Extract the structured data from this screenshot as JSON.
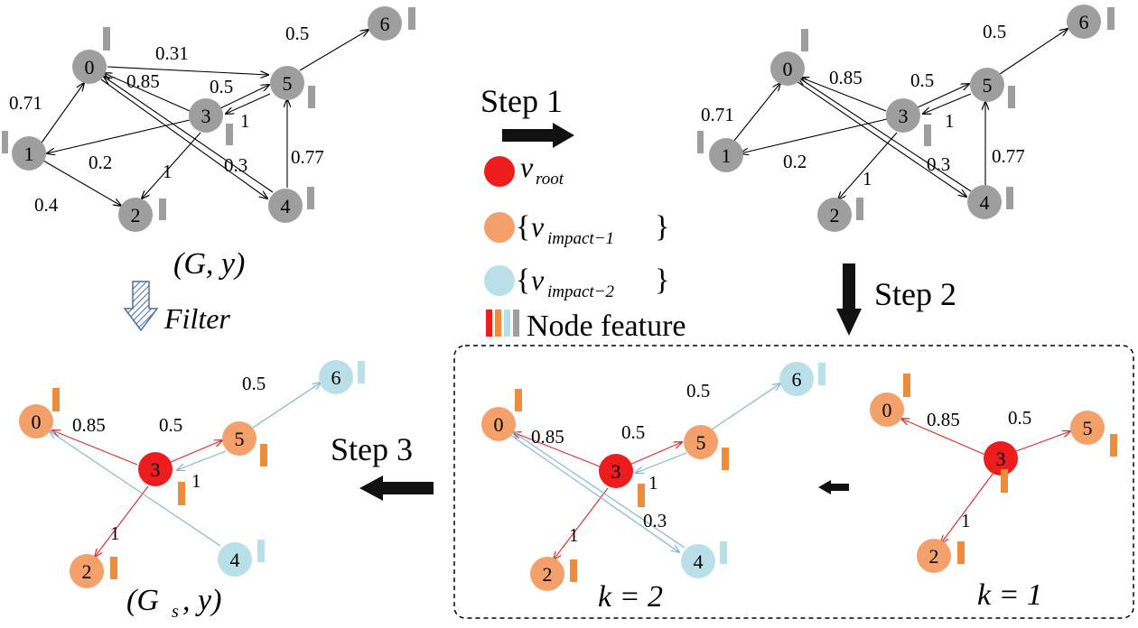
{
  "colors": {
    "gray": "#9e9e9e",
    "root": "#ee1c1c",
    "impact1": "#f4a06a",
    "impact2": "#b9dfe9",
    "red_edge": "#e02828",
    "blue_edge": "#7fb4d2",
    "feature_gray": "#9e9e9e",
    "feature_orange": "#ee8c3e",
    "feature_blue": "#b9dfe9"
  },
  "labels": {
    "step1": "Step 1",
    "step2": "Step 2",
    "step3": "Step 3",
    "filter": "Filter",
    "g_y": "(G, y)",
    "gs_y": "(G",
    "gs_sub": "s",
    "gs_tail": ", y)",
    "k2": "k = 2",
    "k1": "k = 1",
    "legend_root_v": "v",
    "legend_root_sub": "root",
    "legend_i1_v": "v",
    "legend_i1_sub": "impact−1",
    "legend_i2_v": "v",
    "legend_i2_sub": "impact−2",
    "legend_brace_open": "{",
    "legend_brace_close": "}",
    "legend_feature": "Node feature"
  },
  "graphs": {
    "original": {
      "nodes": [
        "0",
        "1",
        "2",
        "3",
        "4",
        "5",
        "6"
      ],
      "edge_weights": [
        "0.31",
        "0.85",
        "0.5",
        "0.5",
        "0.71",
        "1",
        "0.2",
        "1",
        "0.3",
        "0.77",
        "0.4"
      ]
    },
    "step1": {
      "nodes": [
        "0",
        "1",
        "2",
        "3",
        "4",
        "5",
        "6"
      ],
      "edge_weights": [
        "0.85",
        "0.5",
        "0.5",
        "0.71",
        "1",
        "0.2",
        "1",
        "0.3",
        "0.77"
      ]
    },
    "k2": {
      "nodes": [
        "0",
        "2",
        "3",
        "4",
        "5",
        "6"
      ],
      "edge_weights": [
        "0.85",
        "0.5",
        "0.5",
        "1",
        "1",
        "0.3"
      ]
    },
    "k1": {
      "nodes": [
        "0",
        "2",
        "3",
        "5"
      ],
      "edge_weights": [
        "0.85",
        "0.5",
        "1"
      ]
    },
    "subgraph": {
      "nodes": [
        "0",
        "2",
        "3",
        "4",
        "5",
        "6"
      ],
      "edge_weights": [
        "0.85",
        "0.5",
        "0.5",
        "1",
        "1"
      ]
    }
  }
}
